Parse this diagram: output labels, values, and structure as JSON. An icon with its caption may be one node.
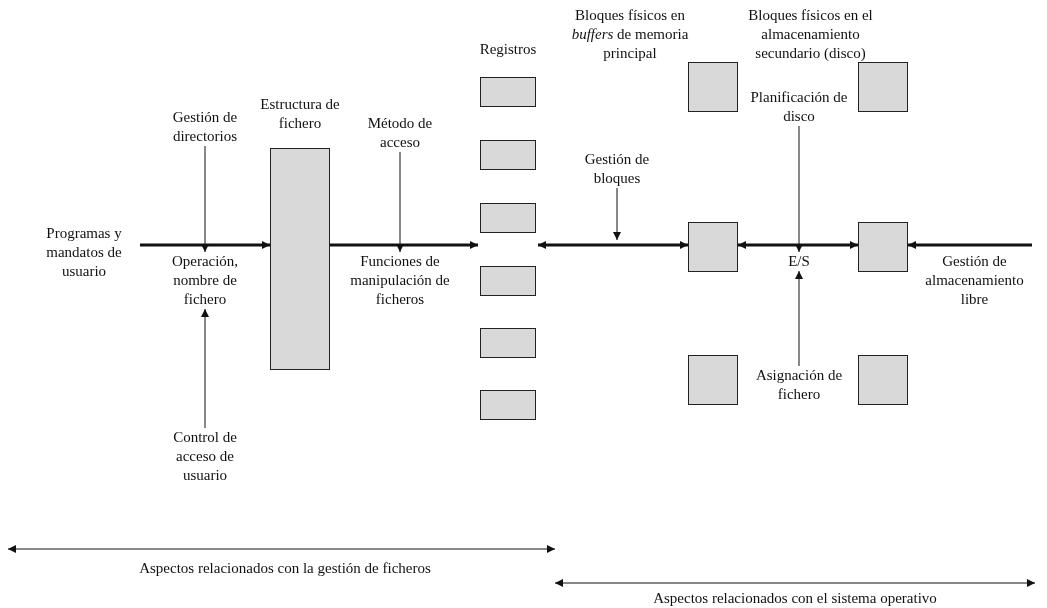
{
  "diagram": {
    "nodes": [
      {
        "text": [
          "Programas y mandatos de usuario"
        ]
      },
      {
        "text": [
          "Gestión de directorios"
        ]
      },
      {
        "text": [
          "Operación, nombre de fichero"
        ]
      },
      {
        "text": [
          "Control de acceso de usuario"
        ]
      },
      {
        "text": [
          "Estructura de fichero"
        ]
      },
      {
        "text": [
          "Método de acceso"
        ]
      },
      {
        "text": [
          "Funciones de manipulación de ficheros"
        ]
      },
      {
        "text": [
          "Registros"
        ]
      },
      {
        "text": [],
        "shape": "box",
        "in": 7
      },
      {
        "text": [],
        "shape": "box",
        "in": 7
      },
      {
        "text": [],
        "shape": "box",
        "in": 7
      },
      {
        "text": [],
        "shape": "box",
        "in": 7
      },
      {
        "text": [],
        "shape": "box",
        "in": 7
      },
      {
        "text": [],
        "shape": "box",
        "in": 7
      },
      {
        "text": [
          "Gestión de bloques"
        ]
      },
      {
        "text": [],
        "shape": "box"
      },
      {
        "text": [],
        "shape": "box"
      },
      {
        "text": [],
        "shape": "box"
      },
      {
        "text": [
          "Planificación de disco"
        ]
      },
      {
        "text": [
          "E/S"
        ]
      },
      {
        "text": [
          "Asignación de fichero"
        ]
      },
      {
        "text": [],
        "shape": "box"
      },
      {
        "text": [],
        "shape": "box"
      },
      {
        "text": [],
        "shape": "box"
      }
    ],
    "edges": [
      {
        "from": 0,
        "to": 4,
        "arrow": "to",
        "style": "thick"
      },
      {
        "from": 1,
        "to": 2,
        "arrow": "to"
      },
      {
        "from": 3,
        "to": 2,
        "arrow": "to"
      },
      {
        "from": 4,
        "to": 7,
        "arrow": "to",
        "style": "thick"
      },
      {
        "from": 5,
        "to": 6,
        "arrow": "to"
      },
      {
        "from": 7,
        "to": 16,
        "arrow": "both",
        "style": "thick"
      },
      {
        "from": 14,
        "to": null,
        "arrow": "to"
      },
      {
        "from": 16,
        "to": 22,
        "arrow": "both",
        "style": "thick"
      },
      {
        "from": 18,
        "to": 19,
        "arrow": "to"
      },
      {
        "from": 20,
        "to": 19,
        "arrow": "to"
      },
      {
        "from": null,
        "to": 22,
        "arrow": "to",
        "style": "thick"
      }
    ],
    "labels": [
      "Bloques físicos en *buffers* de memoria principal",
      "Bloques físicos en el almacenamiento secundario (disco)",
      "Gestión de almacenamiento libre",
      "Aspectos relacionados con la gestión de ficheros",
      "Aspectos relacionados con el sistema operativo"
    ]
  }
}
